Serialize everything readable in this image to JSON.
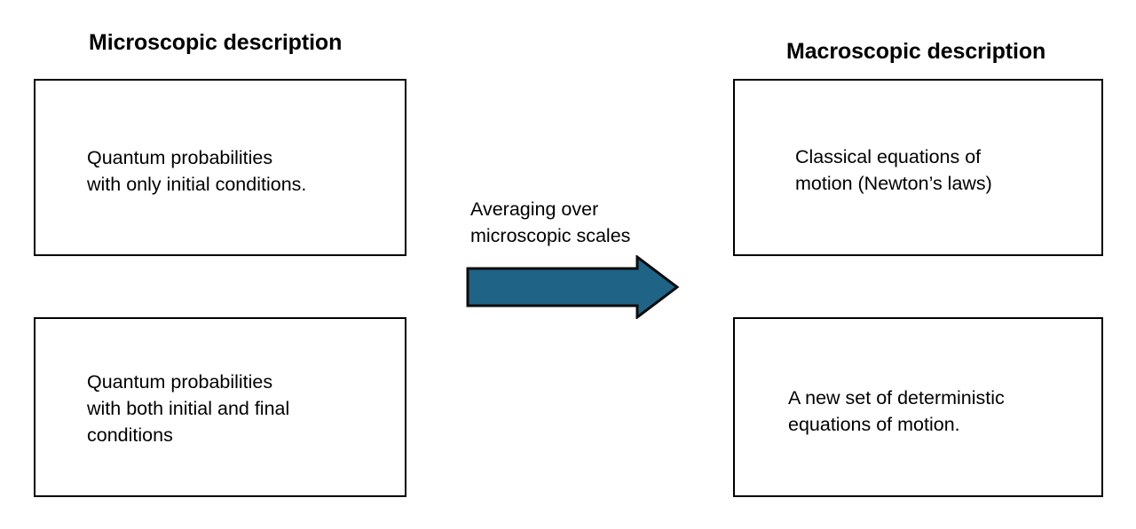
{
  "diagram": {
    "title_left": "Microscopic description",
    "title_right": "Macroscopic description",
    "transition_label": "Averaging over\nmicroscopic scales",
    "arrow": {
      "name": "right-arrow",
      "direction": "right",
      "fill_color": "#1f6387",
      "stroke_color": "#0d0d0d"
    },
    "boxes": {
      "micro_top": "Quantum probabilities\nwith only initial conditions.",
      "micro_bottom": "Quantum probabilities\nwith both initial and final\nconditions",
      "macro_top": "Classical equations of\nmotion (Newton’s laws)",
      "macro_bottom": "A  new set of deterministic\nequations of motion."
    },
    "colors": {
      "background": "#ffffff",
      "text": "#000000",
      "box_border": "#000000",
      "arrow_fill": "#1f6387"
    }
  }
}
